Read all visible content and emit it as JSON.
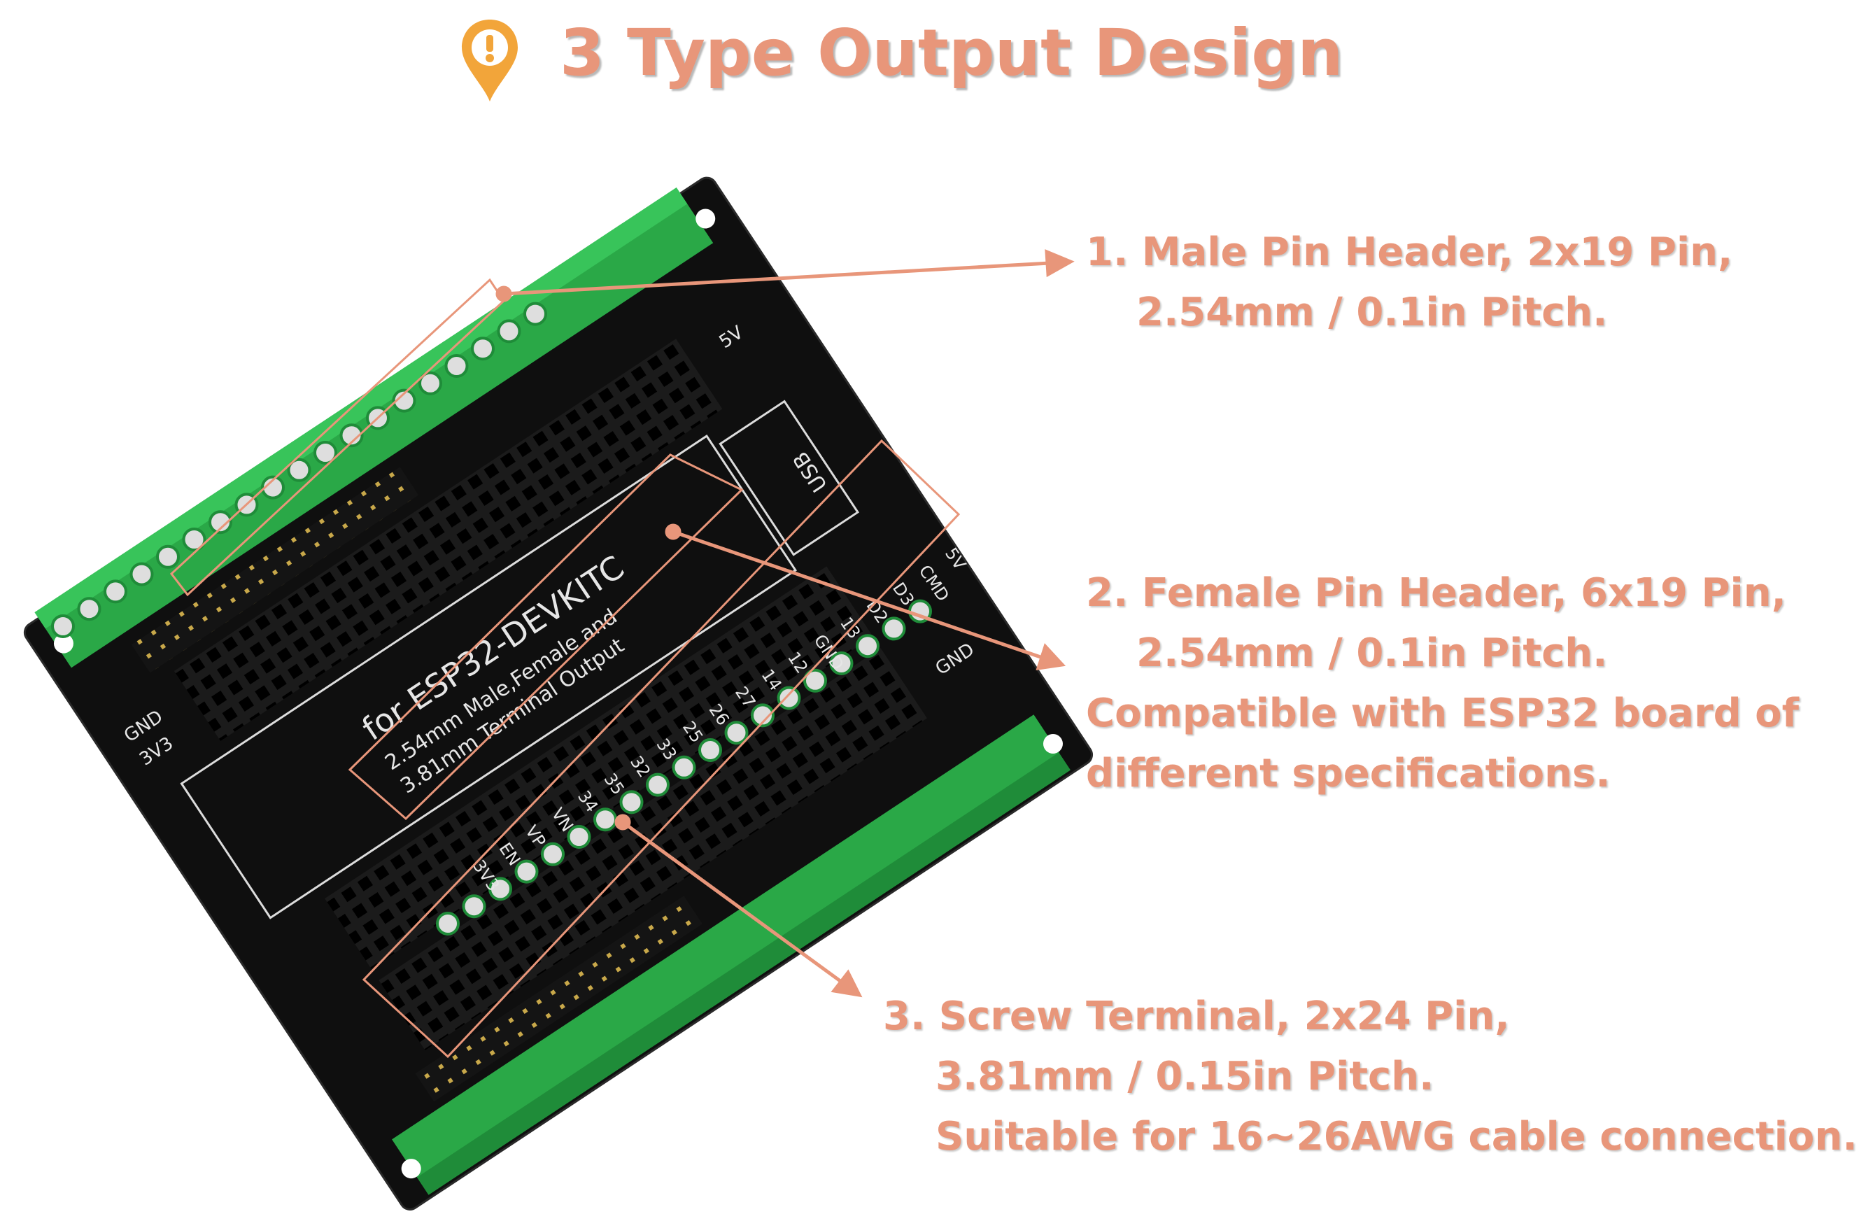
{
  "title": "3 Type Output Design",
  "icon": "location-pin-exclamation-icon",
  "colors": {
    "accent": "#e8967a",
    "pin": "#f2a53a",
    "board": "#111111",
    "terminal": "#2fb84c"
  },
  "callouts": [
    {
      "line1": "1. Male Pin Header, 2x19 Pin,",
      "line2": "2.54mm / 0.1in Pitch."
    },
    {
      "line1": "2. Female Pin Header, 6x19 Pin,",
      "line2": "2.54mm / 0.1in Pitch.",
      "line3": "Compatible with ESP32 board of",
      "line4": "different specifications."
    },
    {
      "line1": "3. Screw Terminal, 2x24 Pin,",
      "line2": "3.81mm / 0.15in Pitch.",
      "line3": "Suitable for 16~26AWG cable connection."
    }
  ],
  "board": {
    "silk_title": "for ESP32-DEVKITC",
    "silk_sub1": "2.54mm Male,Female and",
    "silk_sub2": "3.81mm Terminal Output",
    "usb": "USB",
    "gnd": "GND",
    "v5": "5V",
    "v33": "3V3",
    "right_labels": [
      "5V",
      "CMD",
      "D3",
      "D2",
      "13",
      "GND",
      "12",
      "14",
      "27",
      "26",
      "25",
      "33",
      "32",
      "35",
      "34",
      "VN",
      "VP",
      "EN",
      "3V3"
    ]
  }
}
